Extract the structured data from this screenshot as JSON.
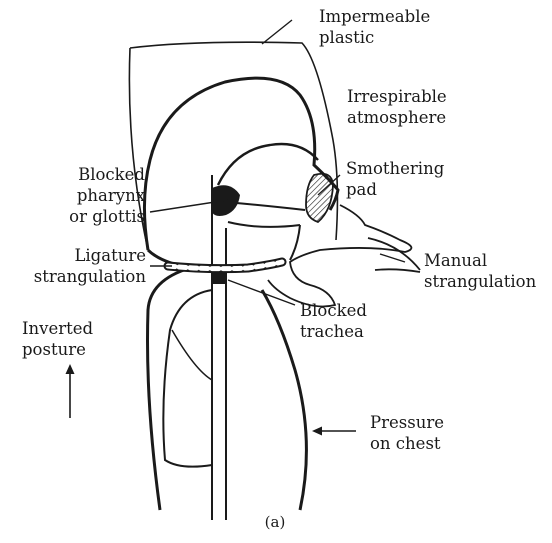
{
  "labels": {
    "impermeable_plastic": [
      "Impermeable",
      "plastic"
    ],
    "irrespirable_atmosphere": [
      "Irrespirable",
      "atmosphere"
    ],
    "smothering_pad": [
      "Smothering",
      "pad"
    ],
    "blocked_pharynx": [
      "Blocked",
      "pharynx",
      "or glottis"
    ],
    "ligature_strangulation": [
      "Ligature",
      "strangulation"
    ],
    "manual_strangulation": [
      "Manual",
      "strangulation"
    ],
    "blocked_trachea": [
      "Blocked",
      "trachea"
    ],
    "inverted_posture": [
      "Inverted",
      "posture"
    ],
    "pressure_on_chest": [
      "Pressure",
      "on chest"
    ],
    "panel": "(a)"
  },
  "colors": {
    "ink": "#1a1a1a",
    "background": "#ffffff"
  }
}
